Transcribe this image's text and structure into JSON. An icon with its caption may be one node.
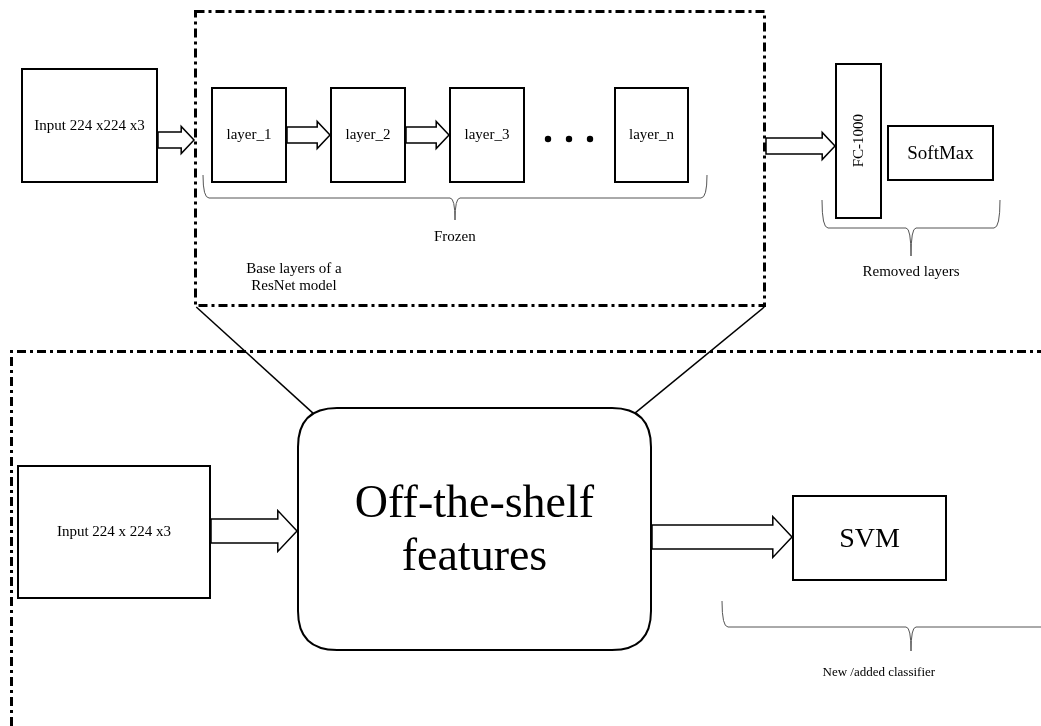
{
  "diagram": {
    "nodes": [
      {
        "text": [
          "Input 224 x224 x3"
        ]
      },
      {
        "text": [
          "Base layers of a ResNet model"
        ]
      },
      {
        "text": [
          "layer_1"
        ],
        "in": 1
      },
      {
        "text": [
          "layer_2"
        ],
        "in": 1
      },
      {
        "text": [
          "layer_3"
        ],
        "in": 1
      },
      {
        "text": [
          "layer_n"
        ],
        "in": 1
      },
      {
        "text": [
          "FC-1000"
        ]
      },
      {
        "text": [
          "SoftMax"
        ]
      },
      {
        "text": [],
        "shape": "box"
      },
      {
        "text": [
          "Input 224 x 224 x3"
        ],
        "in": 8
      },
      {
        "text": [
          "Off-the-shelf features"
        ],
        "in": 8
      },
      {
        "text": [
          "SVM"
        ],
        "in": 8
      }
    ],
    "edges": [
      {
        "from": 0,
        "to": 1,
        "arrow": "to"
      },
      {
        "from": 2,
        "to": 3,
        "arrow": "to"
      },
      {
        "from": 3,
        "to": 4,
        "arrow": "to"
      },
      {
        "from": 1,
        "to": 6,
        "arrow": "to"
      },
      {
        "from": 1,
        "to": 10,
        "arrow": "none"
      },
      {
        "from": 1,
        "to": 10,
        "arrow": "none"
      },
      {
        "from": 9,
        "to": 10,
        "arrow": "to"
      },
      {
        "from": 10,
        "to": 11,
        "arrow": "to"
      }
    ],
    "labels": [
      "Frozen",
      "Removed layers",
      "New /added classifier"
    ]
  }
}
